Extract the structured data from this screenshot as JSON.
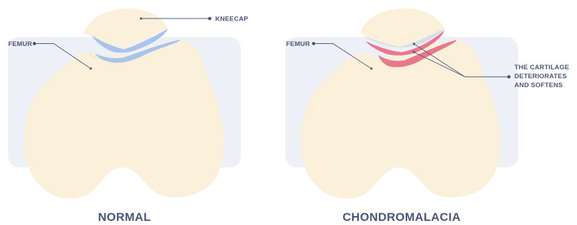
{
  "colors": {
    "background_panel": "#eef0f8",
    "bone_shadow": "#ede3c7",
    "bone": "#fbf1da",
    "cartilage_healthy": "#a9c3ea",
    "cartilage_damaged": "#e8788a",
    "cartilage_pale": "#d8dde8",
    "label": "#4a5577"
  },
  "normal": {
    "caption": "NORMAL",
    "kneecap_label": "KNEECAP",
    "femur_label": "FEMUR"
  },
  "chondromalacia": {
    "caption": "CHONDROMALACIA",
    "femur_label": "FEMUR",
    "cartilage_label": [
      "THE CARTILAGE",
      "DETERIORATES",
      "AND SOFTENS"
    ]
  }
}
